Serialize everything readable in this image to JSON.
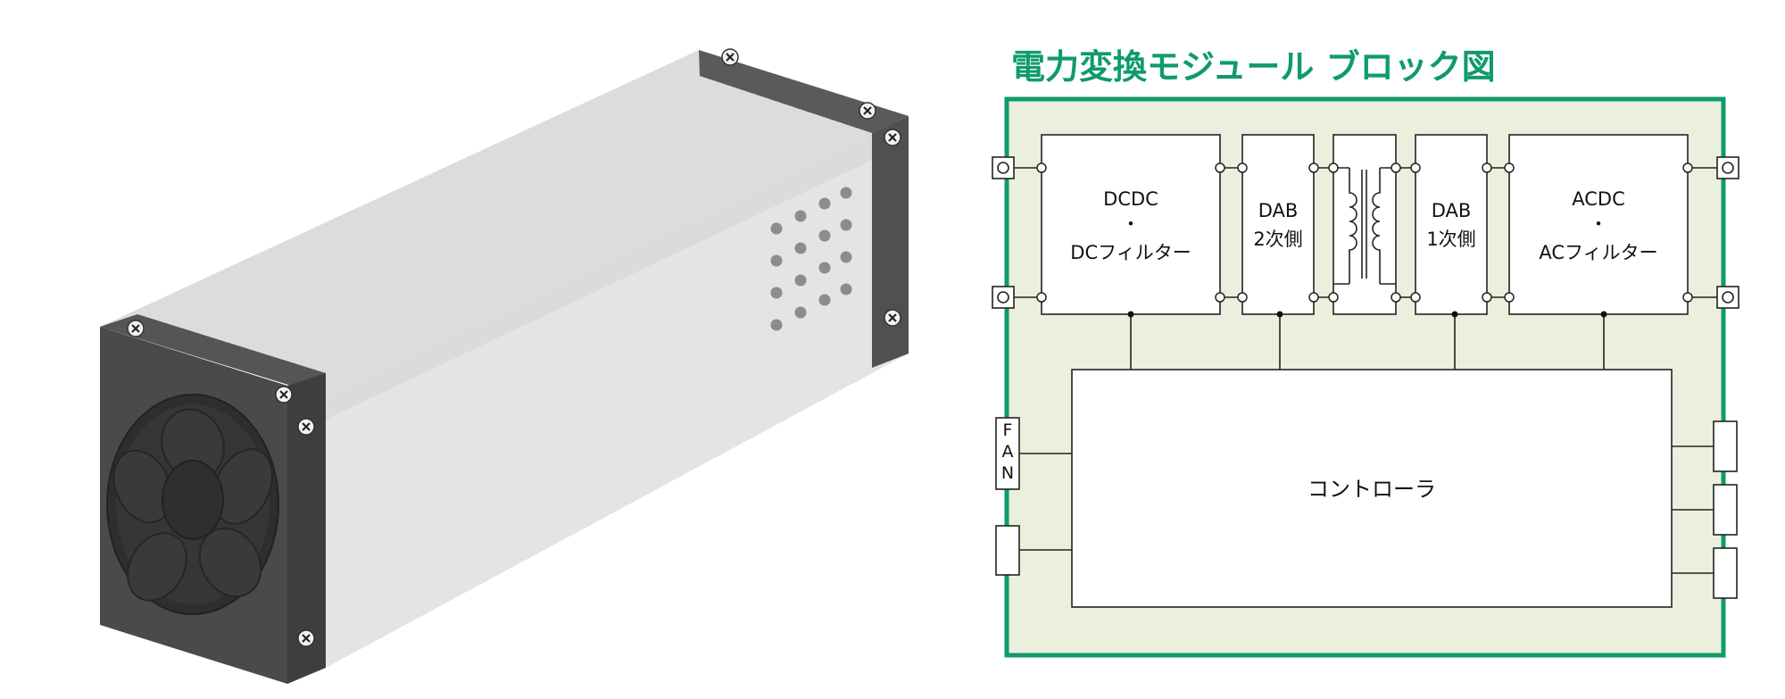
{
  "title": "電力変換モジュール ブロック図",
  "blocks": {
    "dcdc": [
      "DCDC",
      "・",
      "DCフィルター"
    ],
    "dab2": [
      "DAB",
      "2次側"
    ],
    "dab1": [
      "DAB",
      "1次側"
    ],
    "acdc": [
      "ACDC",
      "・",
      "ACフィルター"
    ],
    "controller": "コントローラ",
    "fan": [
      "F",
      "A",
      "N"
    ]
  },
  "colors": {
    "border": "#0f9b6a",
    "title": "#0f9b6a",
    "panel": "#eaf0dd",
    "line": "#222222",
    "casing_dark": "#4a4a4a",
    "casing_light": "#dcdcdc",
    "vent_hole": "#8c8c8c"
  },
  "icons": [
    "fan-icon",
    "screw-icon",
    "vent-hole-icon",
    "transformer-icon",
    "terminal-icon"
  ]
}
